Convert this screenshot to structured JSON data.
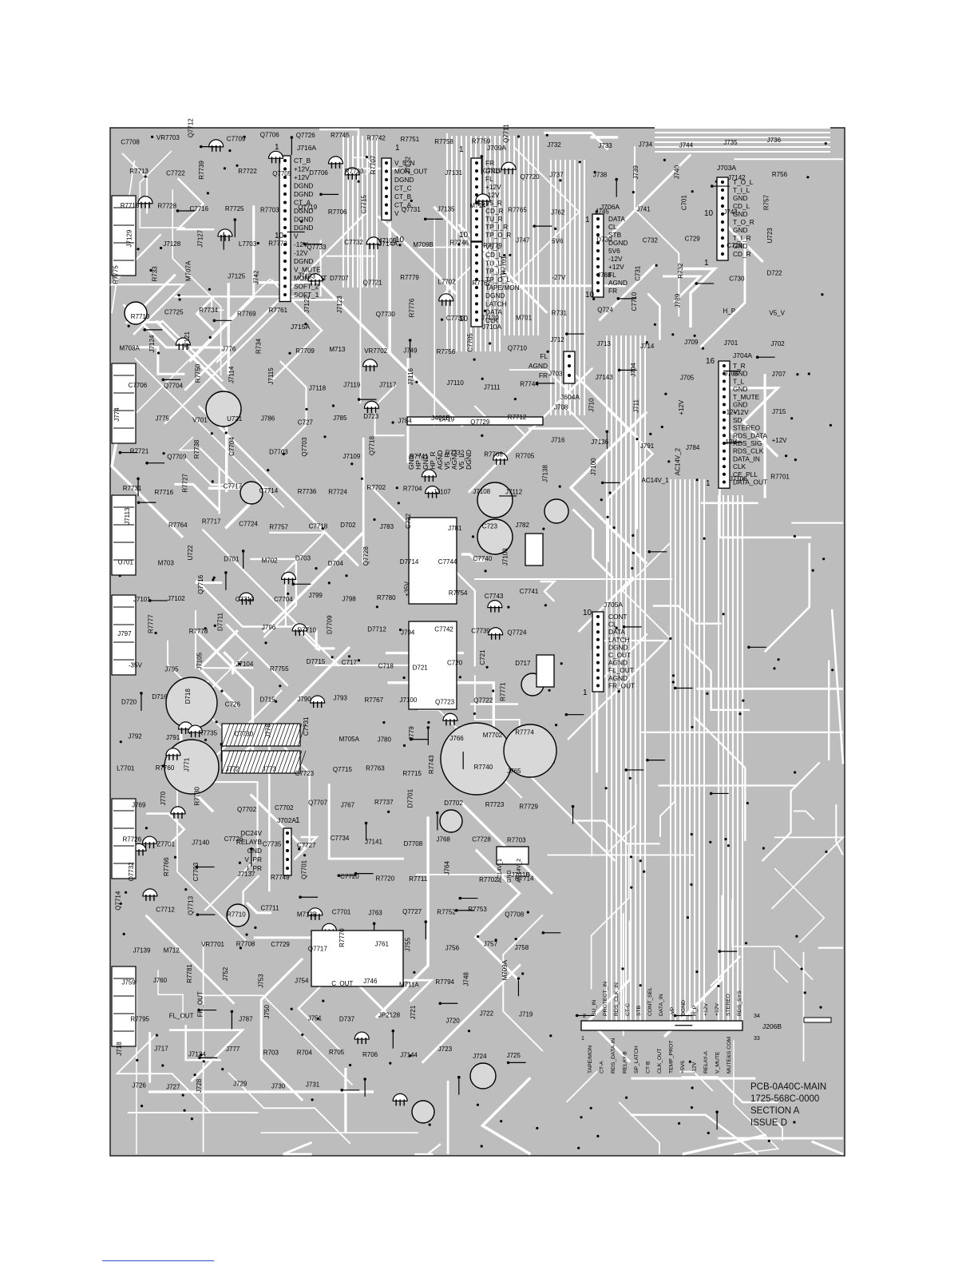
{
  "pcb": {
    "title_lines": [
      "PCB-0A40C-MAIN",
      "1725-568C-0000",
      "SECTION A",
      "ISSUE D"
    ],
    "connectors": [
      {
        "ref": "J716A",
        "pins": [
          "CT_B",
          "+12V",
          "+12V",
          "DGND",
          "DGND",
          "CT_A",
          "DGND",
          "DGND",
          "DGND",
          "V",
          "-12V",
          "-12V",
          "DGND",
          "V_MUTE",
          "MON_OUT",
          "SOFT_2",
          "SOFT_1"
        ],
        "marks": [
          "1",
          "10"
        ],
        "tag": "J715A"
      },
      {
        "ref": "J714A",
        "pins": [
          "V_5_N",
          "MON_OUT",
          "DGND",
          "CT_C",
          "CT_B",
          "CT_A",
          "V"
        ],
        "marks": [
          "1",
          "10"
        ]
      },
      {
        "ref": "J709A",
        "pins": [
          "FR",
          "GND",
          "FL",
          "+12V",
          "-12V",
          "V5_R",
          "CD_R",
          "TU_R",
          "TP_I_R",
          "TP_O_R"
        ],
        "marks": [
          "1",
          "10"
        ]
      },
      {
        "ref": "J710A",
        "pins": [
          "V5_L",
          "CD_L",
          "TU_L",
          "TP_I_L",
          "TP_O_L",
          "TAPE/MON",
          "DGND",
          "LATCH",
          "DATA",
          "CLK"
        ],
        "marks": [
          "1",
          "10"
        ]
      },
      {
        "ref": "J706A",
        "pins": [
          "DATA",
          "CL",
          "STB",
          "DGND",
          "5V6",
          "-12V",
          "+12V",
          "FL",
          "AGND",
          "FR"
        ],
        "marks": [
          "1",
          "10"
        ]
      },
      {
        "ref": "J703A",
        "pins": [
          "T_O_L",
          "T_I_L",
          "GND",
          "CD_L",
          "GND",
          "T_O_R",
          "GND",
          "T_I_R",
          "GND",
          "CD_R"
        ],
        "marks": [
          "10",
          "1"
        ]
      },
      {
        "ref": "J704A",
        "pins": [
          "T_R",
          "GND",
          "T_L",
          "GND",
          "T_MUTE",
          "GND",
          "+12V",
          "SD",
          "STEREO",
          "RDS_DATA",
          "RDS_SIG",
          "RDS_CLK",
          "DATA_IN",
          "CLK",
          "CE_PLL",
          "DATA_OUT"
        ],
        "marks": [
          "16",
          "1"
        ]
      },
      {
        "ref": "J705A",
        "pins": [
          "CONT",
          "CL",
          "DATA",
          "LATCH",
          "DGND",
          "C_OUT",
          "AGND",
          "FL_OUT",
          "AGND",
          "FR_OUT"
        ],
        "marks": [
          "10",
          "1"
        ]
      },
      {
        "ref": "J604A",
        "pins": [
          "FL",
          "AGND",
          "FR"
        ]
      },
      {
        "ref": "J401B",
        "pins": [
          "GND",
          "HP_L",
          "GND",
          "HP_R",
          "AGND",
          "V5_R",
          "AGND",
          "V5_L",
          "DGND"
        ]
      },
      {
        "ref": "J702A",
        "pins": [
          "DC24V",
          "RELAYB",
          "GND",
          "V_PR",
          "I_PR"
        ],
        "marks": [
          "1"
        ]
      },
      {
        "ref": "J701B",
        "pins": [
          "AC14V_1",
          "GND",
          "AC14V_2"
        ]
      },
      {
        "ref": "J206B",
        "top_pins": [
          "SU_IN",
          "PROTECT_IN",
          "RDS_CLK_IN",
          "CT-C",
          "STB",
          "CONT_SEL",
          "DATA_IN",
          "-VP",
          "DGND",
          "H_P",
          "+12V",
          "+12V",
          "STEREO",
          "RDS_SYS"
        ],
        "bottom_pins": [
          "TAPE/MON",
          "CT-A",
          "RDS_DATA-IN",
          "RELAY-B",
          "SP_LATCH",
          "CT-B",
          "CLK_OUT",
          "TEMP_PROT",
          "+5V6",
          "-12V",
          "RELAY-A",
          "V_MUTE",
          "MUTE&S COM"
        ],
        "marks": [
          "2",
          "34",
          "1",
          "33"
        ]
      }
    ],
    "labels": [
      "C7708",
      "VR7703",
      "Q7712",
      "C7709",
      "Q7706",
      "Q7726",
      "R7745",
      "R7742",
      "R7751",
      "R7758",
      "R7759",
      "Q7711",
      "R7713",
      "C7722",
      "R7739",
      "R7722",
      "Q7705",
      "D7706",
      "R7733",
      "R7707",
      "J7132",
      "J7131",
      "C7719",
      "Q7720",
      "R7718",
      "R7728",
      "C7716",
      "R7725",
      "R7703",
      "Q7719",
      "R7706",
      "C7715",
      "Q7731",
      "J7135",
      "M714",
      "R7765",
      "J7129",
      "J7128",
      "J7127",
      "L7703",
      "R7773",
      "Q7733",
      "C7732",
      "M710B",
      "M709B",
      "R7746",
      "R7779",
      "J747",
      "R7775",
      "R733",
      "M707A",
      "J7125",
      "J742",
      "J7133",
      "D7707",
      "Q7721",
      "R7779",
      "L7702",
      "R7762",
      "TR7701",
      "R7713",
      "C7725",
      "R7734",
      "R7769",
      "R7761",
      "J7122",
      "J7123",
      "Q7730",
      "R7776",
      "C7733",
      "J7120",
      "M701",
      "M708A",
      "J7124",
      "J7121",
      "J776",
      "R734",
      "R7709",
      "M713",
      "VR7702",
      "J749",
      "R7756",
      "C7705",
      "Q7710",
      "C7706",
      "Q7704",
      "R7750",
      "J7114",
      "J7115",
      "J7118",
      "J7119",
      "J7117",
      "J7116",
      "J7110",
      "J7111",
      "R7744",
      "J774",
      "J775",
      "V701",
      "U721",
      "J786",
      "C727",
      "J785",
      "D723",
      "J784",
      "D719",
      "Q7729",
      "R7712",
      "R7721",
      "Q7709",
      "R7738",
      "C7704",
      "D7703",
      "Q7703",
      "J7109",
      "Q7718",
      "R7741",
      "R7732",
      "R7768",
      "R7705",
      "R7731",
      "R7716",
      "R7727",
      "C7717",
      "C7714",
      "R7736",
      "R7724",
      "R7702",
      "R7704",
      "J7107",
      "J7108",
      "J7112",
      "J7113",
      "R7764",
      "R7717",
      "C7724",
      "R7757",
      "C7718",
      "D702",
      "J783",
      "C722",
      "J781",
      "C723",
      "J782",
      "U701",
      "M703",
      "U722",
      "D701",
      "M702",
      "D703",
      "D704",
      "Q7728",
      "D7714",
      "C7744",
      "C7740",
      "J7103",
      "J7101",
      "J7102",
      "Q7716",
      "C7713",
      "C7704",
      "J799",
      "J798",
      "R7780",
      "+35V",
      "R7754",
      "C7743",
      "C7741",
      "J797",
      "R7777",
      "R7778",
      "D7711",
      "J796",
      "D7710",
      "D7709",
      "D7712",
      "J794",
      "C7742",
      "C7739",
      "Q7724",
      "-35V",
      "J795",
      "J7105",
      "J7104",
      "R7755",
      "D7715",
      "C717",
      "C718",
      "D721",
      "C720",
      "C721",
      "D717",
      "D720",
      "D716",
      "D718",
      "C726",
      "D715",
      "J790",
      "J793",
      "R7767",
      "J7100",
      "Q7723",
      "Q7722",
      "R7771",
      "J792",
      "J791",
      "R7735",
      "C7730",
      "J778",
      "C7731",
      "M705A",
      "J780",
      "J779",
      "J766",
      "M7702",
      "R7774",
      "L7701",
      "R7760",
      "J771",
      "J772",
      "J773",
      "C7723",
      "Q7715",
      "R7763",
      "R7715",
      "R7743",
      "R7740",
      "J765",
      "J769",
      "J770",
      "R7730",
      "Q7702",
      "C7702",
      "Q7707",
      "J767",
      "R7737",
      "D7701",
      "D7702",
      "R7723",
      "R7729",
      "R7726",
      "Z7701",
      "J7140",
      "C7726",
      "C7735",
      "C7727",
      "C7734",
      "J7141",
      "D7708",
      "J768",
      "C7728",
      "R7703",
      "Q7732",
      "R7766",
      "C7703",
      "J7137",
      "R7749",
      "Q7701",
      "C7720",
      "R7720",
      "R7711",
      "J764",
      "R7702",
      "R7714",
      "Q7714",
      "C7712",
      "Q7713",
      "R7710",
      "C7711",
      "M713B",
      "C7701",
      "J763",
      "Q7727",
      "R7752",
      "R7753",
      "Q7708",
      "J7139",
      "M712",
      "VR7701",
      "R7708",
      "C7729",
      "Q7717",
      "R7770",
      "J761",
      "J755",
      "J756",
      "J757",
      "J758",
      "J759",
      "J760",
      "R7781",
      "J752",
      "J753",
      "J754",
      "C_OUT",
      "J746",
      "M711A",
      "R7794",
      "J748",
      "M709A",
      "R7795",
      "FL_OUT",
      "FR_OUT",
      "J787",
      "J750",
      "J751",
      "D737",
      "JP2128",
      "J721",
      "J720",
      "J722",
      "J719",
      "J718",
      "J717",
      "J7134",
      "J777",
      "R703",
      "R704",
      "R705",
      "R706",
      "J7144",
      "J723",
      "J724",
      "J725",
      "J726",
      "J727",
      "J728",
      "J729",
      "J730",
      "J731",
      "J732",
      "J733",
      "J734",
      "J744",
      "J735",
      "J736",
      "J737",
      "J738",
      "J739",
      "J740",
      "J7142",
      "R756",
      "J762",
      "J745",
      "J741",
      "C701",
      "J743",
      "R757",
      "5V6",
      "D730",
      "C732",
      "C729",
      "C728",
      "U723",
      "-27V",
      "J788",
      "C731",
      "R732",
      "C730",
      "D722",
      "R731",
      "Q724",
      "C7710",
      "J789",
      "H_P",
      "V5_V",
      "J712",
      "J713",
      "J714",
      "J709",
      "J701",
      "J702",
      "J703",
      "J7143",
      "J704",
      "J705",
      "J706",
      "J707",
      "J708",
      "J710",
      "J711",
      "+12V",
      "-12V",
      "J715",
      "J716",
      "J7136",
      "J791",
      "J784",
      "-12V",
      "+12V",
      "J7138",
      "J7100",
      "AC14V_1",
      "AC14V_2",
      "J7106",
      "R7701"
    ]
  }
}
